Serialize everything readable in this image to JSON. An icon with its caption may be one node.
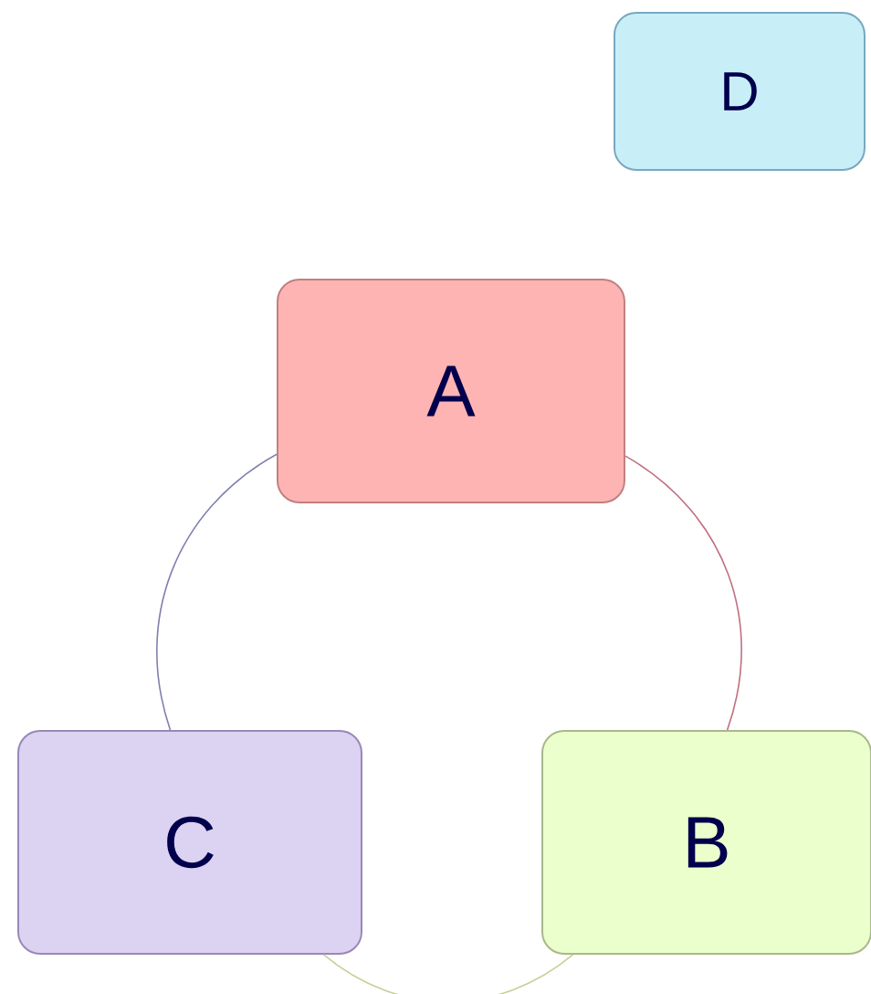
{
  "diagram": {
    "nodes": [
      {
        "text": [
          "A"
        ]
      },
      {
        "text": [
          "B"
        ]
      },
      {
        "text": [
          "C"
        ]
      },
      {
        "text": [
          "D"
        ]
      }
    ],
    "edges": [
      {
        "from": 0,
        "to": 1,
        "arrow": "none",
        "color": "#c07080"
      },
      {
        "from": 1,
        "to": 2,
        "arrow": "none",
        "color": "#c8d098"
      },
      {
        "from": 2,
        "to": 0,
        "arrow": "none",
        "color": "#8080b0"
      }
    ]
  }
}
